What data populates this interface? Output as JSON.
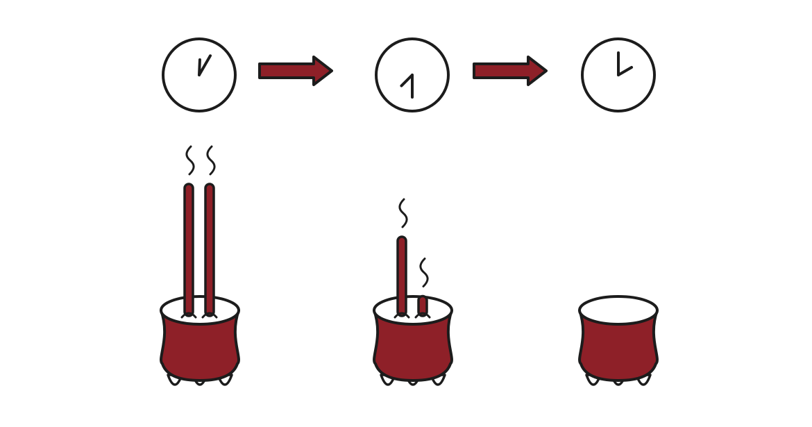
{
  "colors": {
    "accent": "#8e2028",
    "stroke": "#1c1c1c",
    "background": "#ffffff"
  },
  "stages": [
    {
      "clock": {
        "hour": 12,
        "minute": 5
      },
      "sticks": [
        {
          "length_fraction": 1.0,
          "smoke": true
        },
        {
          "length_fraction": 1.0,
          "smoke": true
        }
      ]
    },
    {
      "clock": {
        "hour": 7,
        "minute": 30
      },
      "sticks": [
        {
          "length_fraction": 0.6,
          "smoke": true
        },
        {
          "length_fraction": 0.15,
          "smoke": true
        }
      ]
    },
    {
      "clock": {
        "hour": 2,
        "minute": 0
      },
      "sticks": []
    }
  ],
  "arrows": [
    {
      "direction": "right"
    },
    {
      "direction": "right"
    }
  ]
}
